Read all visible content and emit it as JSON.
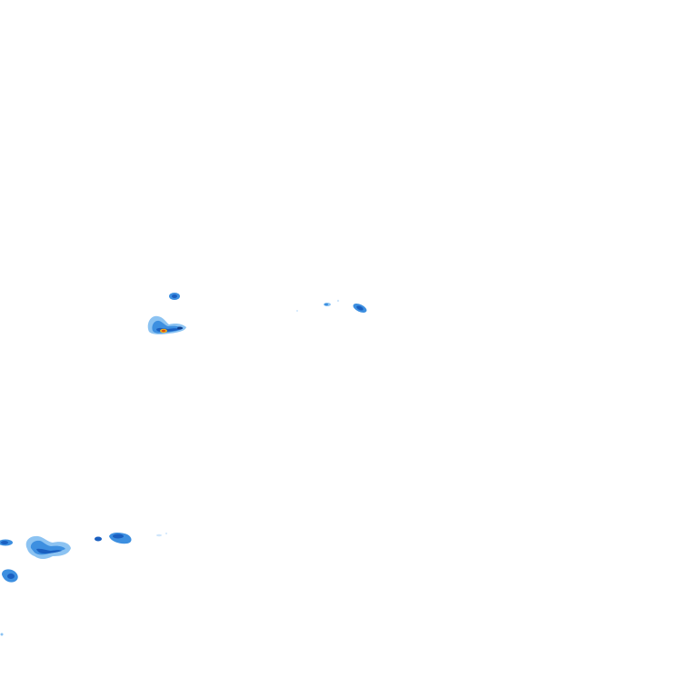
{
  "map": {
    "layer": "precipitation-radar-overlay",
    "background_color": "#ffffff",
    "intensity_colors": {
      "very_light": "#cfe6fb",
      "light": "#8cc3f2",
      "moderate": "#3d8fe0",
      "heavy": "#1a5fc0",
      "very_heavy": "#0f3f8f",
      "intense": "#e8b020",
      "extreme": "#e05010"
    },
    "cells": [
      {
        "id": "cell-north-small",
        "intensity": "moderate"
      },
      {
        "id": "cell-west-main",
        "intensity": "extreme"
      },
      {
        "id": "cell-east-pair",
        "intensity": "heavy"
      },
      {
        "id": "cell-southwest-cluster",
        "intensity": "heavy"
      },
      {
        "id": "cell-southwest-small",
        "intensity": "heavy"
      },
      {
        "id": "cell-southwest-east",
        "intensity": "heavy"
      },
      {
        "id": "cell-southwest-edge",
        "intensity": "moderate"
      }
    ]
  }
}
